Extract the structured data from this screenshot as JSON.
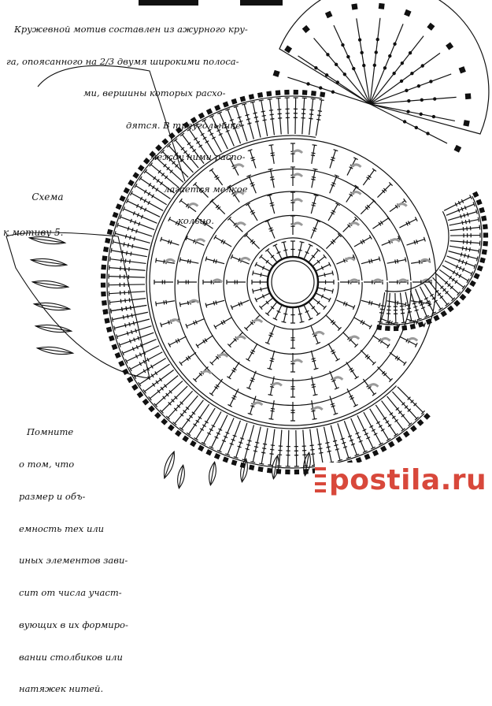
{
  "intro_lines": [
    "Кружевной мотив составлен из ажурного кру-",
    "га, опоясанного на 2/3 двумя широкими полоса-",
    "ми, вершины которых расхо-",
    "дятся. В треугольнике",
    "между ними распо-",
    "лагается мелкое",
    "кольцо."
  ],
  "caption_lines": [
    "Схема",
    "к мотиву 5."
  ],
  "note_lines": [
    "Помните",
    "о том, что",
    "размер и объ-",
    "емность тех или",
    "иных элементов зави-",
    "сит от числа участ-",
    "вующих в их формиро-",
    "вании столбиков или",
    "натяжек нитей."
  ],
  "watermark": "postila.ru",
  "colors": {
    "ink": "#111111",
    "watermark": "#d8483b",
    "shading": "#9a9a9a"
  }
}
